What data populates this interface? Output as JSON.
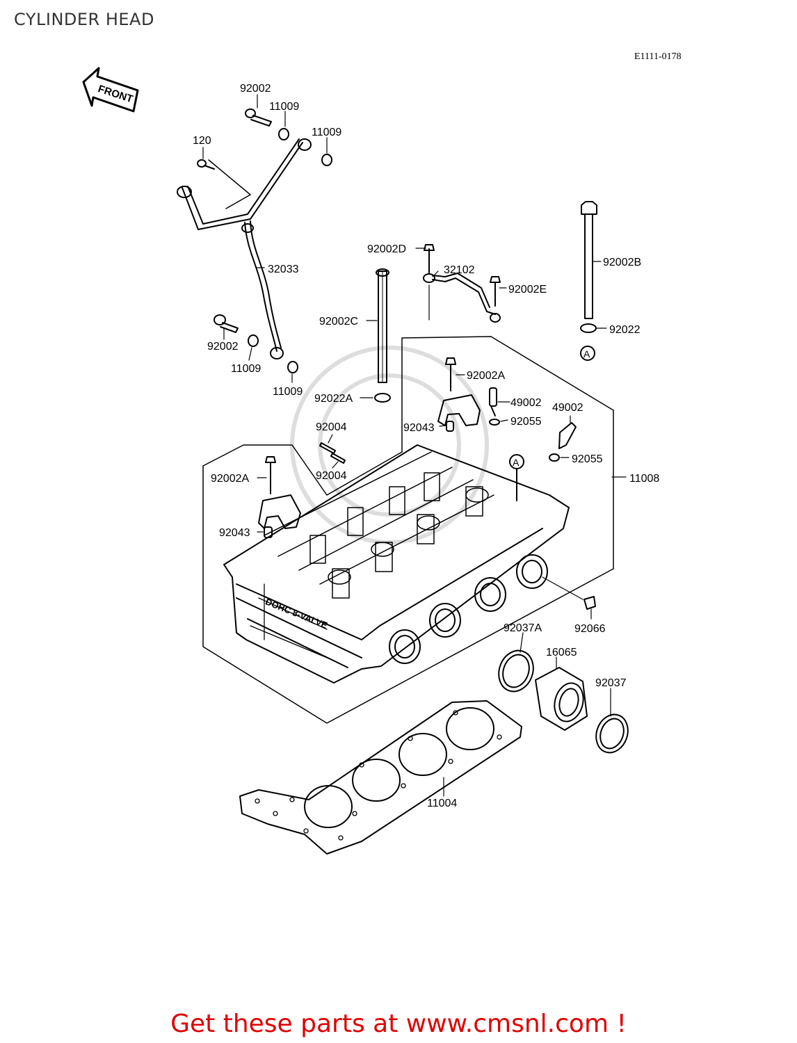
{
  "header": {
    "title": "CYLINDER HEAD",
    "diagram_code": "E1111-0178"
  },
  "front_marker": "FRONT",
  "ref_letter": "A",
  "parts": [
    {
      "id": "p0",
      "number": "92002"
    },
    {
      "id": "p1",
      "number": "11009"
    },
    {
      "id": "p2",
      "number": "11009"
    },
    {
      "id": "p3",
      "number": "120"
    },
    {
      "id": "p4",
      "number": "32033"
    },
    {
      "id": "p5",
      "number": "92002"
    },
    {
      "id": "p6",
      "number": "11009"
    },
    {
      "id": "p7",
      "number": "11009"
    },
    {
      "id": "p8",
      "number": "92002D"
    },
    {
      "id": "p9",
      "number": "32102"
    },
    {
      "id": "p10",
      "number": "92002E"
    },
    {
      "id": "p11",
      "number": "92002B"
    },
    {
      "id": "p12",
      "number": "92022"
    },
    {
      "id": "p13",
      "number": "92002C"
    },
    {
      "id": "p14",
      "number": "92002A"
    },
    {
      "id": "p15",
      "number": "49002"
    },
    {
      "id": "p16",
      "number": "49002"
    },
    {
      "id": "p17",
      "number": "92055"
    },
    {
      "id": "p18",
      "number": "92022A"
    },
    {
      "id": "p19",
      "number": "92043"
    },
    {
      "id": "p20",
      "number": "92004"
    },
    {
      "id": "p21",
      "number": "92055"
    },
    {
      "id": "p22",
      "number": "92004"
    },
    {
      "id": "p23",
      "number": "92002A"
    },
    {
      "id": "p24",
      "number": "11008"
    },
    {
      "id": "p25",
      "number": "92043"
    },
    {
      "id": "p26",
      "number": "92037A"
    },
    {
      "id": "p27",
      "number": "92066"
    },
    {
      "id": "p28",
      "number": "16065"
    },
    {
      "id": "p29",
      "number": "92037"
    },
    {
      "id": "p30",
      "number": "11004"
    }
  ],
  "footer": {
    "promo_text": "Get these parts at www.cmsnl.com !"
  },
  "colors": {
    "promo": "#e00000",
    "ink": "#000000"
  }
}
